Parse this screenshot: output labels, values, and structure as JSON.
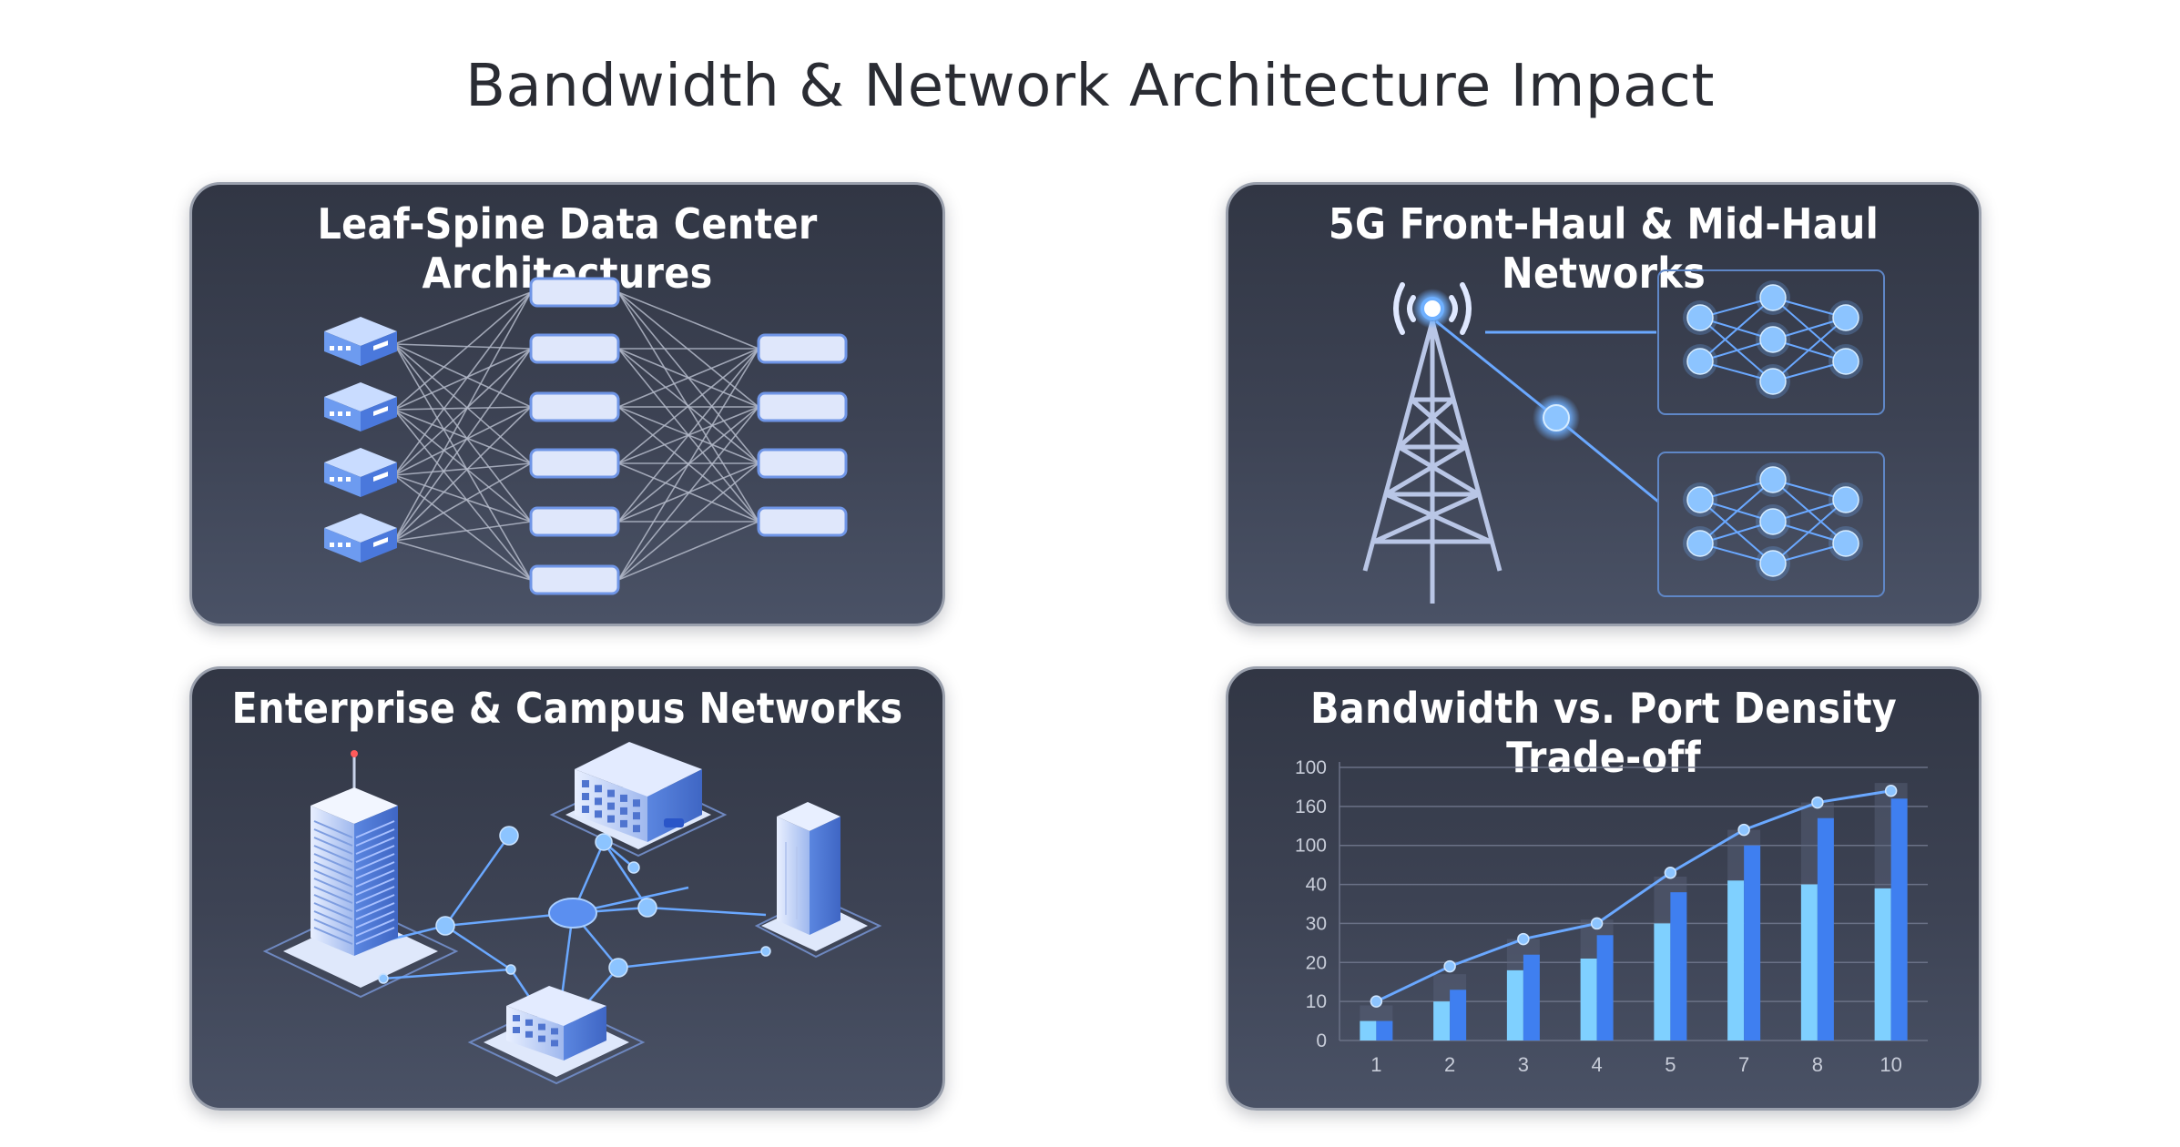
{
  "page": {
    "title": "Bandwidth & Network Architecture Impact"
  },
  "panels": {
    "leaf_spine": {
      "title": "Leaf-Spine Data Center Architectures"
    },
    "fiveg": {
      "title": "5G Front-Haul & Mid-Haul Networks"
    },
    "enterprise": {
      "title": "Enterprise & Campus Networks"
    },
    "tradeoff": {
      "title": "Bandwidth vs. Port Density Trade-off"
    }
  },
  "colors": {
    "panel_dark": "#313644",
    "panel_light": "#4a5266",
    "accent_blue": "#5b8ff0",
    "light_blue": "#8fd0ff",
    "node_blue": "#6fb0ff"
  },
  "chart_data": {
    "type": "bar",
    "categories": [
      "1",
      "2",
      "3",
      "4",
      "5",
      "7",
      "8",
      "10"
    ],
    "y_tick_labels": [
      "0",
      "10",
      "20",
      "30",
      "40",
      "100",
      "160",
      "100"
    ],
    "series": [
      {
        "values": [
          5,
          10,
          18,
          21,
          30,
          41,
          40,
          39
        ]
      },
      {
        "values": [
          5,
          13,
          22,
          27,
          38,
          50,
          57,
          62
        ]
      },
      {
        "values": [
          10,
          19,
          26,
          30,
          43,
          54,
          61,
          64
        ]
      }
    ],
    "ylim": [
      0,
      70
    ],
    "grid": true
  }
}
